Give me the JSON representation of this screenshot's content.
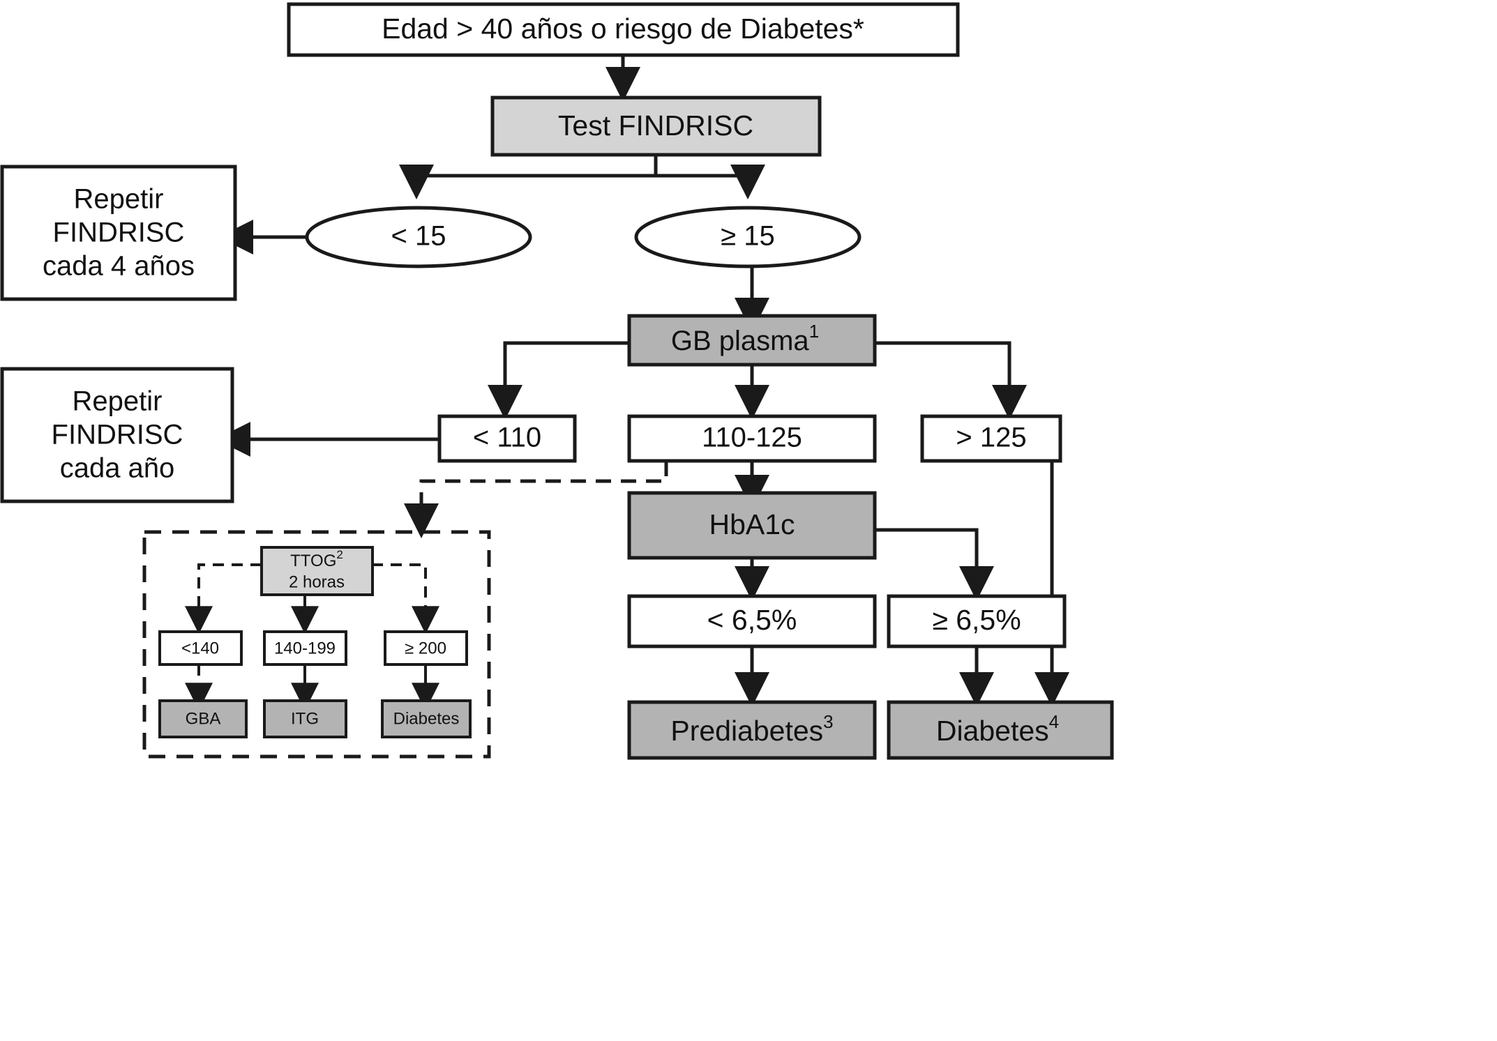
{
  "diagram": {
    "title": "Algoritmo de cribado de diabetes (FINDRISC)",
    "colors": {
      "stroke": "#1a1a1a",
      "white_fill": "#ffffff",
      "light_gray_fill": "#d4d4d4",
      "dark_gray_fill": "#b3b3b3",
      "text": "#111111"
    },
    "nodes": {
      "start": {
        "label": "Edad > 40 años o riesgo de Diabetes*",
        "shape": "rect",
        "fill": "white"
      },
      "findrisc_test": {
        "label": "Test FINDRISC",
        "shape": "rect",
        "fill": "light-gray"
      },
      "score_lt15": {
        "label": "< 15",
        "shape": "ellipse",
        "fill": "white"
      },
      "score_ge15": {
        "label": "≥ 15",
        "shape": "ellipse",
        "fill": "white"
      },
      "repeat_4y": {
        "lines": [
          "Repetir",
          "FINDRISC",
          "cada 4 años"
        ],
        "shape": "rect",
        "fill": "white"
      },
      "gb_plasma": {
        "label": "GB plasma",
        "sup": "1",
        "shape": "rect",
        "fill": "dark-gray"
      },
      "repeat_1y": {
        "lines": [
          "Repetir",
          "FINDRISC",
          "cada año"
        ],
        "shape": "rect",
        "fill": "white"
      },
      "gb_lt110": {
        "label": "< 110",
        "shape": "rect",
        "fill": "white"
      },
      "gb_110_125": {
        "label": "110-125",
        "shape": "rect",
        "fill": "white"
      },
      "gb_gt125": {
        "label": "> 125",
        "shape": "rect",
        "fill": "white"
      },
      "hba1c": {
        "label": "HbA1c",
        "shape": "rect",
        "fill": "dark-gray"
      },
      "hba1c_lt65": {
        "label": "< 6,5%",
        "shape": "rect",
        "fill": "white"
      },
      "hba1c_ge65": {
        "label": "≥ 6,5%",
        "shape": "rect",
        "fill": "white"
      },
      "prediabetes": {
        "label": "Prediabetes",
        "sup": "3",
        "shape": "rect",
        "fill": "dark-gray"
      },
      "diabetes_main": {
        "label": "Diabetes",
        "sup": "4",
        "shape": "rect",
        "fill": "dark-gray"
      },
      "ttog": {
        "line1": "TTOG",
        "sup": "2",
        "line2": "2 horas",
        "shape": "rect",
        "fill": "light-gray"
      },
      "ttog_lt140": {
        "label": "<140",
        "shape": "rect",
        "fill": "white"
      },
      "ttog_140_199": {
        "label": "140-199",
        "shape": "rect",
        "fill": "white"
      },
      "ttog_ge200": {
        "label": "≥ 200",
        "shape": "rect",
        "fill": "white"
      },
      "gba": {
        "label": "GBA",
        "shape": "rect",
        "fill": "dark-gray"
      },
      "itg": {
        "label": "ITG",
        "shape": "rect",
        "fill": "dark-gray"
      },
      "diabetes_ttog": {
        "label": "Diabetes",
        "shape": "rect",
        "fill": "dark-gray"
      }
    }
  },
  "chart_data": {
    "type": "flowchart",
    "title": "Edad > 40 años o riesgo de Diabetes* — algoritmo FINDRISC",
    "nodes": [
      {
        "id": "start",
        "text": "Edad > 40 años o riesgo de Diabetes*",
        "shape": "rect",
        "fill": "white"
      },
      {
        "id": "findrisc_test",
        "text": "Test FINDRISC",
        "shape": "rect",
        "fill": "light-gray"
      },
      {
        "id": "score_lt15",
        "text": "< 15",
        "shape": "ellipse",
        "fill": "white"
      },
      {
        "id": "score_ge15",
        "text": "≥ 15",
        "shape": "ellipse",
        "fill": "white"
      },
      {
        "id": "repeat_4y",
        "text": "Repetir FINDRISC cada 4 años",
        "shape": "rect",
        "fill": "white"
      },
      {
        "id": "gb_plasma",
        "text": "GB plasma1",
        "shape": "rect",
        "fill": "dark-gray"
      },
      {
        "id": "repeat_1y",
        "text": "Repetir FINDRISC cada año",
        "shape": "rect",
        "fill": "white"
      },
      {
        "id": "gb_lt110",
        "text": "< 110",
        "shape": "rect",
        "fill": "white"
      },
      {
        "id": "gb_110_125",
        "text": "110-125",
        "shape": "rect",
        "fill": "white"
      },
      {
        "id": "gb_gt125",
        "text": "> 125",
        "shape": "rect",
        "fill": "white"
      },
      {
        "id": "hba1c",
        "text": "HbA1c",
        "shape": "rect",
        "fill": "dark-gray"
      },
      {
        "id": "hba1c_lt65",
        "text": "< 6,5%",
        "shape": "rect",
        "fill": "white"
      },
      {
        "id": "hba1c_ge65",
        "text": "≥ 6,5%",
        "shape": "rect",
        "fill": "white"
      },
      {
        "id": "prediabetes",
        "text": "Prediabetes3",
        "shape": "rect",
        "fill": "dark-gray"
      },
      {
        "id": "diabetes_main",
        "text": "Diabetes4",
        "shape": "rect",
        "fill": "dark-gray"
      },
      {
        "id": "ttog",
        "text": "TTOG2 2 horas",
        "shape": "rect",
        "fill": "light-gray"
      },
      {
        "id": "ttog_lt140",
        "text": "<140",
        "shape": "rect",
        "fill": "white"
      },
      {
        "id": "ttog_140_199",
        "text": "140-199",
        "shape": "rect",
        "fill": "white"
      },
      {
        "id": "ttog_ge200",
        "text": "≥ 200",
        "shape": "rect",
        "fill": "white"
      },
      {
        "id": "gba",
        "text": "GBA",
        "shape": "rect",
        "fill": "dark-gray"
      },
      {
        "id": "itg",
        "text": "ITG",
        "shape": "rect",
        "fill": "dark-gray"
      },
      {
        "id": "diabetes_ttog",
        "text": "Diabetes",
        "shape": "rect",
        "fill": "dark-gray"
      }
    ],
    "edges": [
      {
        "from": "start",
        "to": "findrisc_test",
        "style": "solid"
      },
      {
        "from": "findrisc_test",
        "to": "score_lt15",
        "style": "solid"
      },
      {
        "from": "findrisc_test",
        "to": "score_ge15",
        "style": "solid"
      },
      {
        "from": "score_lt15",
        "to": "repeat_4y",
        "style": "solid"
      },
      {
        "from": "score_ge15",
        "to": "gb_plasma",
        "style": "solid"
      },
      {
        "from": "gb_plasma",
        "to": "gb_lt110",
        "style": "solid"
      },
      {
        "from": "gb_plasma",
        "to": "gb_110_125",
        "style": "solid"
      },
      {
        "from": "gb_plasma",
        "to": "gb_gt125",
        "style": "solid"
      },
      {
        "from": "gb_lt110",
        "to": "repeat_1y",
        "style": "solid"
      },
      {
        "from": "gb_110_125",
        "to": "hba1c",
        "style": "solid"
      },
      {
        "from": "gb_110_125",
        "to": "ttog",
        "style": "dashed"
      },
      {
        "from": "gb_gt125",
        "to": "diabetes_main",
        "style": "solid"
      },
      {
        "from": "hba1c",
        "to": "hba1c_lt65",
        "style": "solid"
      },
      {
        "from": "hba1c",
        "to": "hba1c_ge65",
        "style": "solid"
      },
      {
        "from": "hba1c_lt65",
        "to": "prediabetes",
        "style": "solid"
      },
      {
        "from": "hba1c_ge65",
        "to": "diabetes_main",
        "style": "solid"
      },
      {
        "from": "ttog",
        "to": "ttog_lt140",
        "style": "dashed"
      },
      {
        "from": "ttog",
        "to": "ttog_140_199",
        "style": "solid"
      },
      {
        "from": "ttog",
        "to": "ttog_ge200",
        "style": "dashed"
      },
      {
        "from": "ttog_lt140",
        "to": "gba",
        "style": "dashed"
      },
      {
        "from": "ttog_140_199",
        "to": "itg",
        "style": "solid"
      },
      {
        "from": "ttog_ge200",
        "to": "diabetes_ttog",
        "style": "solid"
      }
    ],
    "groups": [
      {
        "id": "ttog-group",
        "style": "dashed-border",
        "members": [
          "ttog",
          "ttog_lt140",
          "ttog_140_199",
          "ttog_ge200",
          "gba",
          "itg",
          "diabetes_ttog"
        ]
      }
    ]
  }
}
